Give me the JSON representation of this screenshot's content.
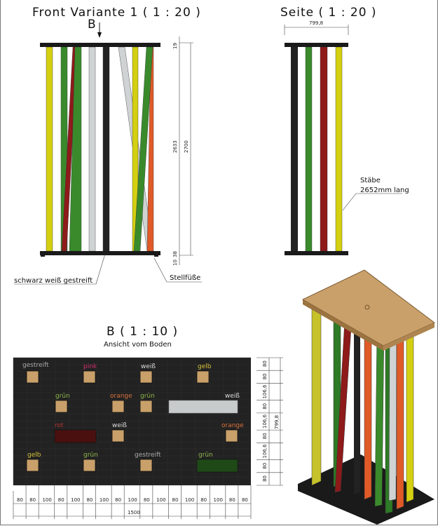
{
  "front": {
    "title": "Front Variante 1 ( 1 : 20 )",
    "arrow_label": "B",
    "dim_total": "2700",
    "dim_inner": "2633",
    "dim_top": "19",
    "dim_bottom_a": "38",
    "dim_bottom_b": "10",
    "callout_stripe": "schwarz weiß gestreift",
    "callout_feet": "Stellfüße"
  },
  "side": {
    "title": "Seite ( 1 : 20 )",
    "width_dim": "799,8",
    "callout_line1": "Stäbe",
    "callout_line2": "2652mm lang"
  },
  "bottom": {
    "title": "B ( 1 : 10 )",
    "subtitle": "Ansicht vom Boden",
    "labels": [
      {
        "text": "gestreift",
        "color": "#aaaaaa"
      },
      {
        "text": "pink",
        "color": "#d0306a"
      },
      {
        "text": "weiß",
        "color": "#dddddd"
      },
      {
        "text": "gelb",
        "color": "#d6c23a"
      },
      {
        "text": "grün",
        "color": "#8fb54a"
      },
      {
        "text": "orange",
        "color": "#d9713a"
      },
      {
        "text": "grün",
        "color": "#8fb54a"
      },
      {
        "text": "weiß",
        "color": "#dddddd"
      },
      {
        "text": "rot",
        "color": "#b8322e"
      },
      {
        "text": "weiß",
        "color": "#dddddd"
      },
      {
        "text": "orange",
        "color": "#d9713a"
      },
      {
        "text": "gelb",
        "color": "#d6c23a"
      },
      {
        "text": "grün",
        "color": "#8fb54a"
      },
      {
        "text": "gestreift",
        "color": "#aaaaaa"
      },
      {
        "text": "grün",
        "color": "#8fb54a"
      }
    ],
    "horizontal_dims": [
      "80",
      "80",
      "100",
      "80",
      "100",
      "80",
      "100",
      "80",
      "100",
      "80",
      "100",
      "80",
      "100",
      "80",
      "100",
      "80",
      "80"
    ],
    "total_width": "1500",
    "vertical_dims": [
      "80",
      "80",
      "106,6",
      "80",
      "106,6",
      "80",
      "106,6",
      "80",
      "80"
    ],
    "total_depth": "799,8"
  },
  "colors": {
    "yellow": "#d4cf10",
    "green": "#3a8a2c",
    "red": "#8e1a1a",
    "gray": "#cfd3d3",
    "black": "#222222",
    "orange": "#e05a28",
    "wood": "#c9a06a"
  }
}
